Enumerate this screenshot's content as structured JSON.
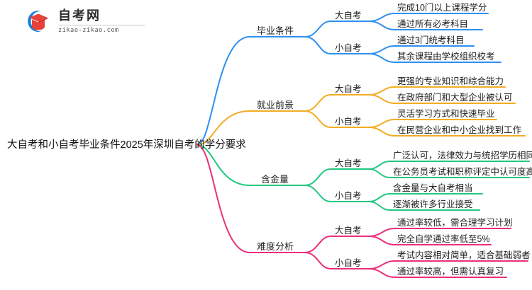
{
  "logo": {
    "title": "自考网",
    "subtitle": "zikao-zikao.com",
    "mark_colors": {
      "arc": "#1b7fd4",
      "cap": "#e8413a",
      "cap_dark": "#c8322c"
    }
  },
  "mindmap": {
    "root": {
      "label": "大自考和小自考毕业条件2025年深圳自考的学分要求"
    },
    "branches": [
      {
        "label": "毕业条件",
        "color": "#2e90f0",
        "subs": [
          {
            "label": "大自考",
            "leaves": [
              "完成10门以上课程学分",
              "通过所有必考科目"
            ]
          },
          {
            "label": "小自考",
            "leaves": [
              "通过3门统考科目",
              "其余课程由学校组织校考"
            ]
          }
        ]
      },
      {
        "label": "就业前景",
        "color": "#f2ad23",
        "subs": [
          {
            "label": "大自考",
            "leaves": [
              "更强的专业知识和综合能力",
              "在政府部门和大型企业被认可"
            ]
          },
          {
            "label": "小自考",
            "leaves": [
              "灵活学习方式和快速毕业",
              "在民营企业和中小企业找到工作"
            ]
          }
        ]
      },
      {
        "label": "含金量",
        "color": "#23c87f",
        "subs": [
          {
            "label": "大自考",
            "leaves": [
              "广泛认可，法律效力与统招学历相同",
              "在公务员考试和职称评定中认可度高"
            ]
          },
          {
            "label": "小自考",
            "leaves": [
              "含金量与大自考相当",
              "逐渐被许多行业接受"
            ]
          }
        ]
      },
      {
        "label": "难度分析",
        "color": "#ec2f7b",
        "subs": [
          {
            "label": "大自考",
            "leaves": [
              "通过率较低，需合理学习计划",
              "完全自学通过率低至5%"
            ]
          },
          {
            "label": "小自考",
            "leaves": [
              "考试内容相对简单，适合基础弱者",
              "通过率较高，但需认真复习"
            ]
          }
        ]
      }
    ]
  }
}
